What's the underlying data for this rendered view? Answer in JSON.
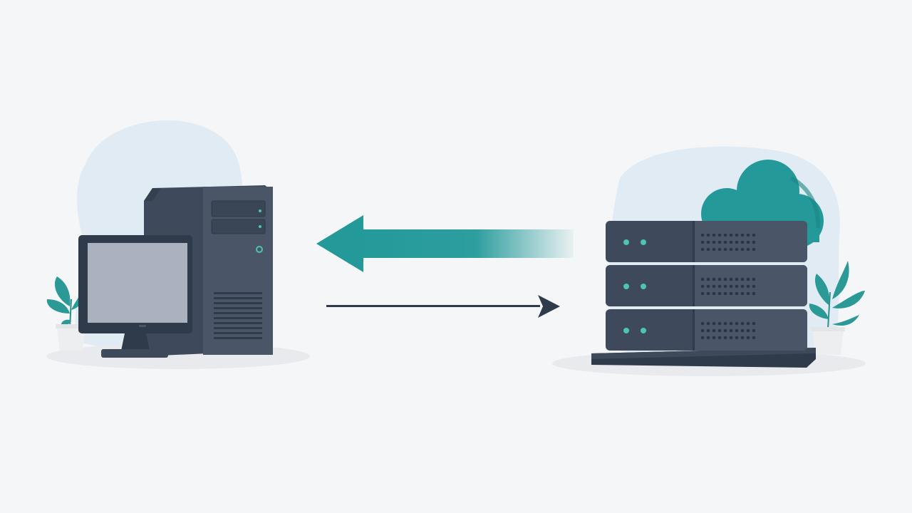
{
  "scene": {
    "left_node": "desktop-computer",
    "right_node": "server-rack-with-cloud",
    "connections": [
      {
        "from": "server",
        "to": "computer",
        "style": "thick-gradient-arrow"
      },
      {
        "from": "computer",
        "to": "server",
        "style": "thin-arrow"
      }
    ]
  },
  "colors": {
    "background": "#f5f6f7",
    "blob": "#e1ebf3",
    "shadow": "#e9ebee",
    "device_dark": "#3e4a5c",
    "device_darker": "#2f3a4a",
    "device_mid": "#4a5668",
    "screen": "#a9b2be",
    "teal": "#23999a",
    "teal_dark": "#1d8587",
    "leaf": "#2b9a96",
    "pot": "#eceeef",
    "led": "#4fc3b8",
    "arrow_thin": "#2f3a4a"
  }
}
